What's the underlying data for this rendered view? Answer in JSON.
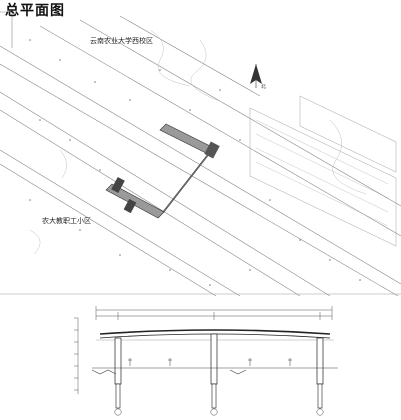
{
  "sheet": {
    "title": "总平面图"
  },
  "plan": {
    "label_campus": "云南农业大学西校区",
    "label_residential": "农大教职工小区",
    "north_label": "北"
  }
}
